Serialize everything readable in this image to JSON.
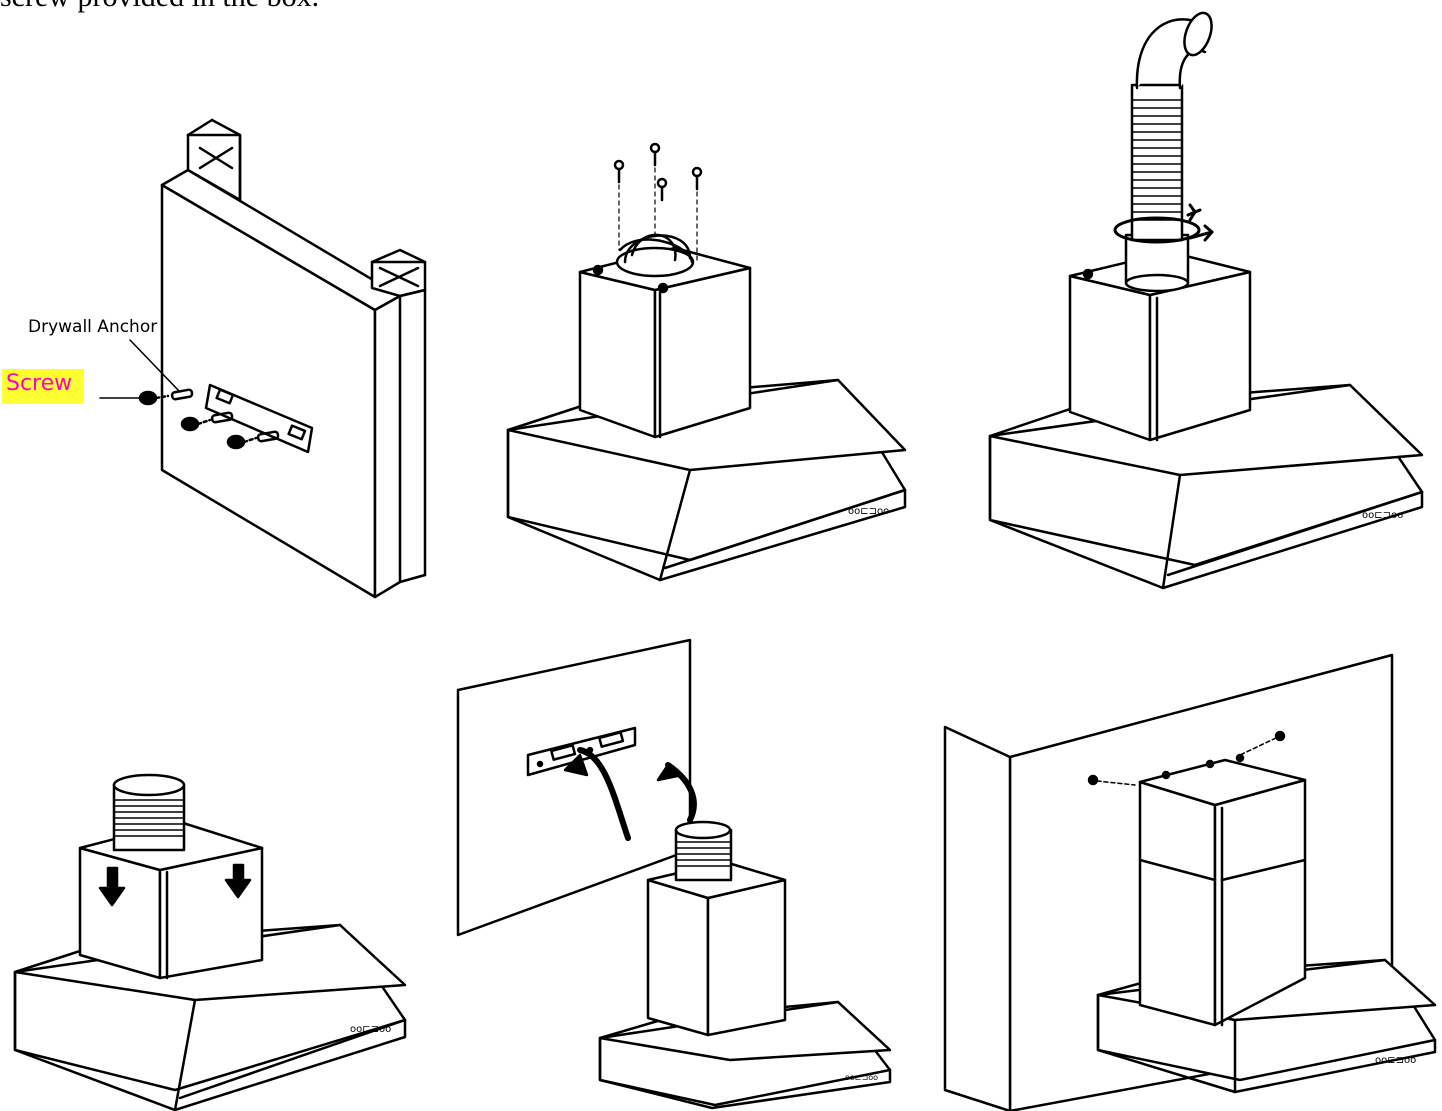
{
  "document": {
    "intro_text": "screw provided in the box."
  },
  "labels": {
    "drywall_anchor": "Drywall Anchor",
    "screw": "Screw"
  },
  "colors": {
    "screw_label_bg": "#ffff33",
    "screw_label_text": "#ff00cc",
    "line": "#000000"
  },
  "control_panel": {
    "text": "oo⊏⊐oo"
  }
}
